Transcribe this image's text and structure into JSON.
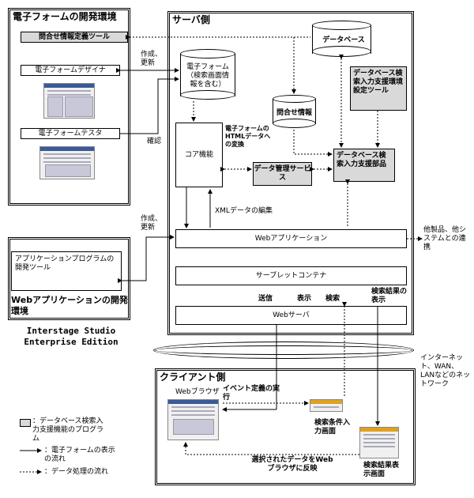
{
  "left_panel": {
    "title": "電子フォームの開発環境",
    "tool_def": "問合せ情報定義ツール",
    "designer": "電子フォームデザイナ",
    "tester": "電子フォームテスタ"
  },
  "web_panel": {
    "app_tool": "アプリケーションプログラムの開発ツール",
    "title": "Webアプリケーションの開発環境",
    "product_line1": "Interstage Studio",
    "product_line2": "Enterprise Edition"
  },
  "server": {
    "title": "サーバ側",
    "database": "データベース",
    "eform_store": "電子フォーム（検索画面情報を含む）",
    "query_info": "問合せ情報",
    "db_support_tool": "データベース検索入力支援環境設定ツール",
    "core": "コア機能",
    "html_convert": "電子フォームのHTMLデータへの変換",
    "data_mgmt": "データ管理サービス",
    "db_support_part": "データベース検索入力支援部品",
    "xml_edit": "XMLデータの編集",
    "webapp": "Webアプリケーション",
    "servlet": "サーブレットコンテナ",
    "send": "送信",
    "display": "表示",
    "search": "検索",
    "result_display": "検索結果の表示",
    "webserver": "Webサーバ"
  },
  "labels": {
    "create_update_1": "作成、更新",
    "confirm": "確認",
    "create_update_2": "作成、更新",
    "other_products": "他製品、他システムとの連携",
    "network": "インターネット、WAN、LANなどのネットワーク"
  },
  "client": {
    "title": "クライアント側",
    "browser": "Webブラウザ",
    "event_exec": "イベント定義の実行",
    "search_input": "検索条件入力画面",
    "result_screen": "検索結果表示画面",
    "reflect": "選択されたデータをWebブラウザに反映"
  },
  "legend": {
    "shaded": "：データベース検索入力支援機能のプログラム",
    "solid": "：電子フォームの表示の流れ",
    "dotted": "：データ処理の流れ"
  }
}
